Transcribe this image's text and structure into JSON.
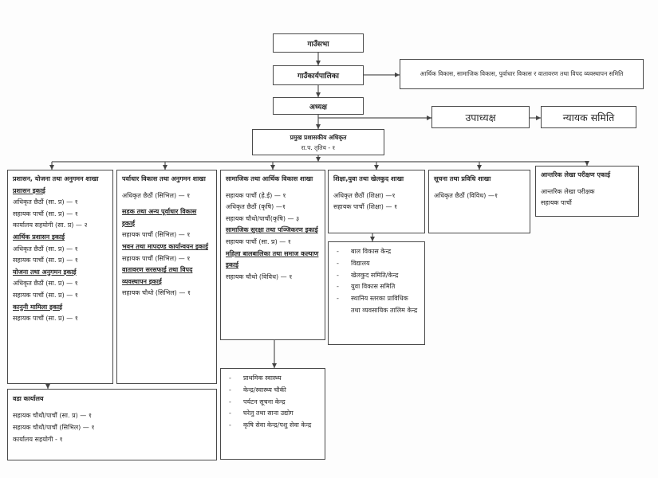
{
  "top": {
    "gaunsabha": "गाउँसभा",
    "gaunkaryapalika": "गाउँकार्यपालिका",
    "committee": "आर्थिक विकास, सामाजिक विकास, पुर्वाधार विकास र वातावरण तथा विपद व्यवस्थापन समिति",
    "adhyaksha": "अध्यक्ष",
    "upadhyaksha": "उपाध्यक्ष",
    "nyayik_samiti": "न्यायक समिति",
    "cao_title": "प्रमुख प्रशासकीय अधिकृत",
    "cao_grade": "रा.प. तृतिय - १"
  },
  "branches": [
    {
      "title": "प्रशासन, योजना तथा अनुगमन शाखा",
      "lines": [
        {
          "type": "unit",
          "text": "प्रशासन इकाई"
        },
        {
          "type": "item",
          "text": "अधिकृत छैठौं (सा. प्र) — १"
        },
        {
          "type": "item",
          "text": "सहायक पाचौं (सा. प्र) — १"
        },
        {
          "type": "item",
          "text": "कार्यालय सहयोगी (सा. प्र) — २"
        },
        {
          "type": "unit",
          "text": "आर्थिक प्रशासन इकाई"
        },
        {
          "type": "item",
          "text": "अधिकृत छैठौं (सा. प्र) — १"
        },
        {
          "type": "item",
          "text": "सहायक पाचौं (सा. प्र) — १"
        },
        {
          "type": "unit",
          "text": "योजना तथा अनुगमन इकाई"
        },
        {
          "type": "item",
          "text": "अधिकृत छैठौं (सा. प्र) — १"
        },
        {
          "type": "item",
          "text": "सहायक पाचौं (सा. प्र) — १"
        },
        {
          "type": "unit",
          "text": "कानुनी मामिला इकाई"
        },
        {
          "type": "item",
          "text": "सहायक पाचौं (सा. प्र) — १"
        }
      ]
    },
    {
      "title": "पर्वाधार विकास तथा अनुगमन शाखा",
      "lines": [
        {
          "type": "gap",
          "text": ""
        },
        {
          "type": "item",
          "text": "अधिकृत छैठौं (सिभिल) — १"
        },
        {
          "type": "gap",
          "text": ""
        },
        {
          "type": "unit",
          "text": "सडक तथा अन्य पूर्वाधार विकास इकाई"
        },
        {
          "type": "item",
          "text": "सहायक पाचौं (सिभिल) — १"
        },
        {
          "type": "unit",
          "text": "भवन तथा मापदण्ड कार्यान्वयन इकाई"
        },
        {
          "type": "item",
          "text": "सहायक पाचौं (सिभिल) — १"
        },
        {
          "type": "unit",
          "text": "वातावरण सरसफाई तथा विपद व्यवस्थापन इकाई"
        },
        {
          "type": "item",
          "text": "सहायक चौथो (सिभिल) — १"
        }
      ]
    },
    {
      "title": "सामाजिक तथा आर्थिक विकास शाखा",
      "lines": [
        {
          "type": "gap",
          "text": ""
        },
        {
          "type": "item",
          "text": "सहायक पाचौं (हे.ई) — १"
        },
        {
          "type": "item",
          "text": "अधिकृत छैठौं (कृषि) —१"
        },
        {
          "type": "item",
          "text": "सहायक चौथो/पाचौं(कृषि) — ३"
        },
        {
          "type": "unit",
          "text": "सामाजिक सुरक्षा तथा पञ्जिकरण इकाई"
        },
        {
          "type": "item",
          "text": "सहायक पाचौं (सा. प्र) — १"
        },
        {
          "type": "unit",
          "text": "महिला बालबालिका तथा समाज कल्याण इकाई"
        },
        {
          "type": "item",
          "text": "सहायक चौथो (विविध) — १"
        }
      ]
    },
    {
      "title": "शिक्षा,युवा तथा खेलकुद शाखा",
      "lines": [
        {
          "type": "gap",
          "text": ""
        },
        {
          "type": "item",
          "text": "अधिकृत छैठौं (शिक्षा) —१"
        },
        {
          "type": "item",
          "text": "सहायक पाचौं (शिक्षा) — १"
        }
      ]
    },
    {
      "title": "सूचना तथा प्रविधि शाखा",
      "lines": [
        {
          "type": "gap",
          "text": ""
        },
        {
          "type": "item",
          "text": "अधिकृत छैठौं (विविध) —१"
        }
      ]
    },
    {
      "title": "आन्तरिक लेखा परीक्षण एकाई",
      "lines": [
        {
          "type": "gap",
          "text": ""
        },
        {
          "type": "item",
          "text": "आन्तरिक लेखा परीक्षक"
        },
        {
          "type": "item",
          "text": "सहायक पाचौं"
        }
      ]
    }
  ],
  "ward_office": {
    "title": "वडा कार्यालय",
    "lines": [
      "सहायक चौथौ/पाचौं (सा. प्र) — १",
      "सहायक चौथौ/पाचौं (सिभिल) — १",
      "कार्यालय सहयोगी - १"
    ]
  },
  "social_services": {
    "bullet": "-",
    "items": [
      "प्राथमिक स्वास्थ्य",
      "केन्द्र/स्वास्थ्य चौकी",
      "पर्यटन सूचना केन्द्र",
      "घरेलु तथा साना उद्योग",
      "कृषि सेवा केन्द्र/पशु सेवा केन्द्र"
    ]
  },
  "education_services": {
    "bullet": "-",
    "items": [
      "बाल विकास केन्द्र",
      "विद्यालय",
      "खेलकुद समिति/केन्द्र",
      "युवा विकास समिति",
      "स्थानिय स्तरका प्राविधिक तथा व्यवसायिक तालिम केन्द्र"
    ]
  }
}
